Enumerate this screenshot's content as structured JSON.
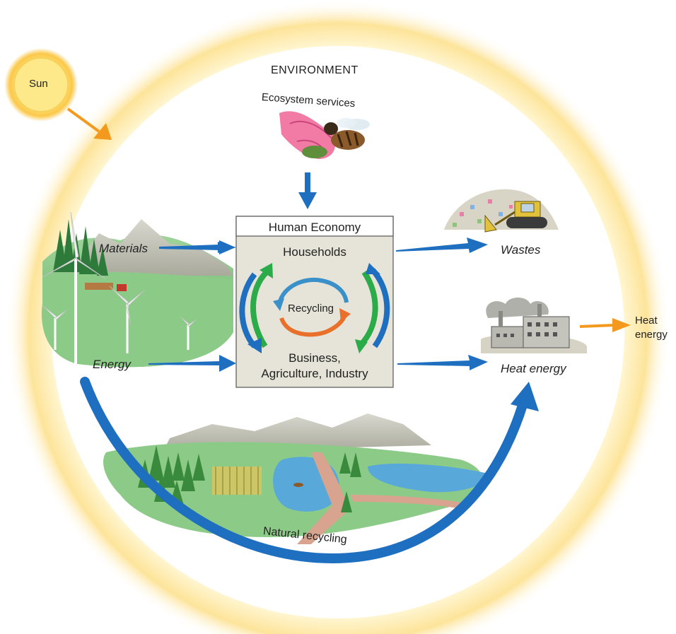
{
  "diagram": {
    "environment_label": "ENVIRONMENT",
    "sun_label": "Sun",
    "ecosystem_services_label": "Ecosystem services",
    "economy_box": {
      "title": "Human Economy",
      "households": "Households",
      "business_line1": "Business,",
      "business_line2": "Agriculture, Industry",
      "recycling": "Recycling"
    },
    "materials_label": "Materials",
    "energy_label": "Energy",
    "wastes_label": "Wastes",
    "heat_energy_label": "Heat energy",
    "heat_energy_out_line1": "Heat",
    "heat_energy_out_line2": "energy",
    "natural_recycling_label": "Natural recycling"
  },
  "colors": {
    "flow_blue": "#1f6fc0",
    "sun_orange": "#f39a1e",
    "recycle_green": "#2bab4a",
    "recycle_orange": "#e8702a",
    "recycle_blue": "#3a90c8",
    "box_fill": "#e6e4d8",
    "sky_glow": "#fde7a0"
  },
  "icons": {
    "sun": "sun-icon",
    "bee": "bee-on-flower-icon",
    "landfill": "bulldozer-landfill-icon",
    "factory": "factory-icon",
    "wind_farm": "wind-farm-landscape-icon",
    "nature": "lake-forest-landscape-icon"
  }
}
